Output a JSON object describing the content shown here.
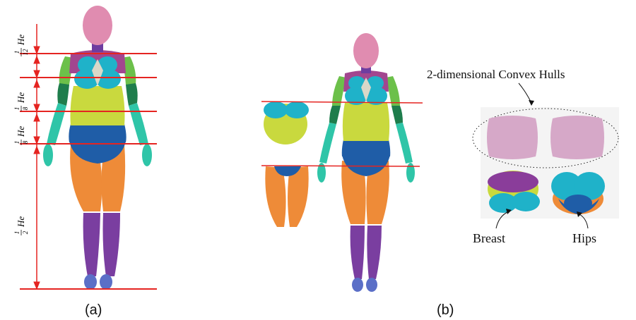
{
  "panels": {
    "a_label": "(a)",
    "b_label": "(b)"
  },
  "proportions": [
    {
      "num": "1",
      "den": "12",
      "unit": "He"
    },
    {
      "num": "1",
      "den": "8",
      "unit": "He"
    },
    {
      "num": "1",
      "den": "8",
      "unit": "He"
    },
    {
      "num": "1",
      "den": "2",
      "unit": "He"
    }
  ],
  "hulls_title": "2-dimensional Convex Hulls",
  "labels": {
    "breast": "Breast",
    "hips": "Hips"
  },
  "colors": {
    "guide_line": "#e52421",
    "head": "#e08cb0",
    "neck": "#6e3da0",
    "shoulder": "#a2468f",
    "upper_arm": "#6cc04a",
    "forearm_dark": "#1e7d4c",
    "hand": "#2fc5a8",
    "breast": "#1fb2c9",
    "sternum": "#d9d8c8",
    "abdomen": "#c9d93e",
    "waist": "#1f5da7",
    "pelvis": "#1f5da7",
    "thigh": "#ee8b38",
    "calf": "#7a3ea0",
    "foot": "#5b6fc7",
    "hull_fill": "#d6a8c8"
  }
}
